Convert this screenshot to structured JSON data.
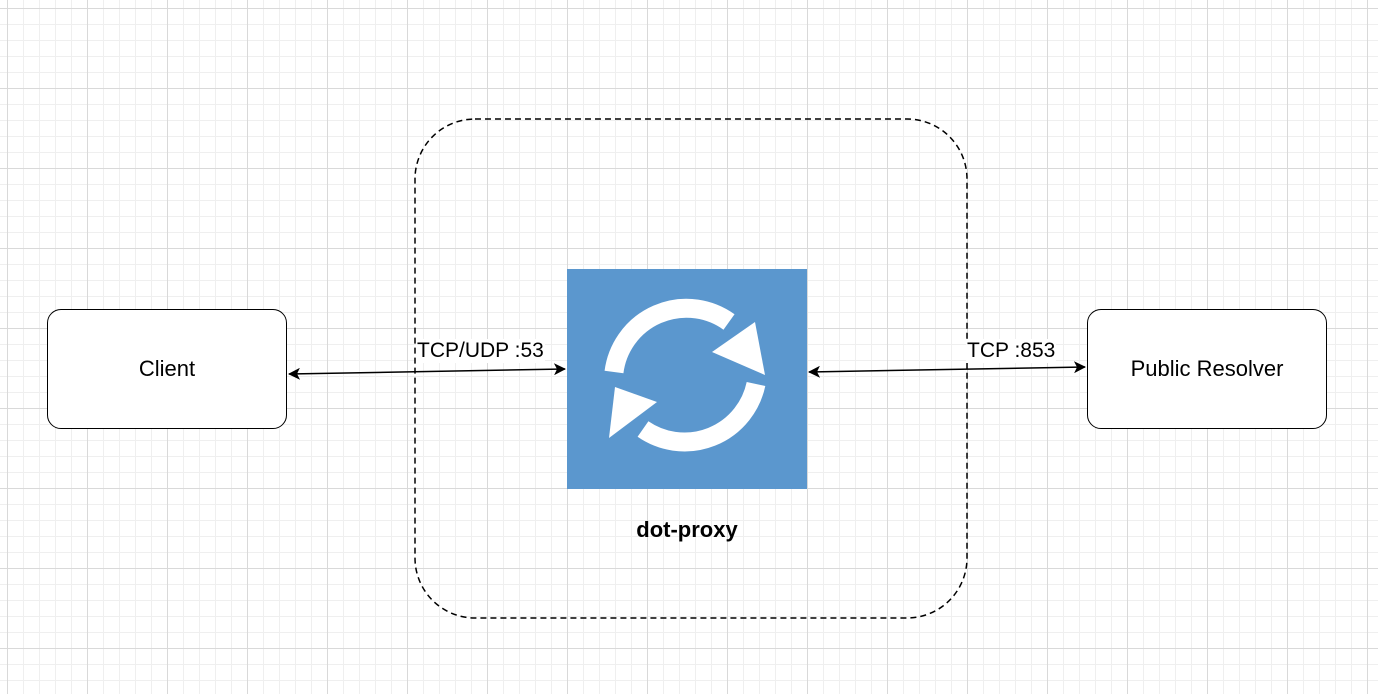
{
  "nodes": {
    "client": "Client",
    "resolver": "Public Resolver",
    "proxy": "dot-proxy"
  },
  "edges": {
    "client_proxy": "TCP/UDP :53",
    "proxy_resolver": "TCP :853"
  },
  "icons": {
    "proxy_icon": "sync-arrows-icon"
  },
  "colors": {
    "proxy_tile": "#5b97ce",
    "arrow": "#000000",
    "grid": "#d9d9d9"
  }
}
